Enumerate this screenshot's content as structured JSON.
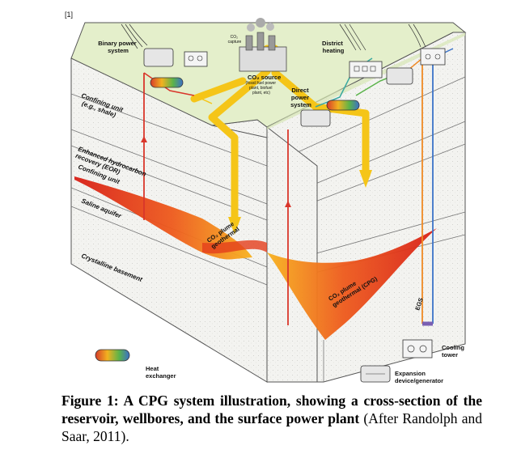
{
  "figure_ref": "[1]",
  "labels": {
    "binary_power_system": [
      "Binary power",
      "system"
    ],
    "co2_capture": [
      "CO₂",
      "capture"
    ],
    "co2_source": "CO₂ source",
    "co2_source_detail": [
      "(fossil fuel power",
      "plant, biofuel",
      "plant, etc)"
    ],
    "district_heating": [
      "District",
      "heating"
    ],
    "direct_power_system": [
      "Direct",
      "power",
      "system"
    ],
    "confining_unit_shale": [
      "Confining unit",
      "(e.g., shale)"
    ],
    "eor": [
      "Enhanced hydrocarbon",
      "recovery (EOR)"
    ],
    "confining_unit": "Confining unit",
    "saline_aquifer": "Saline aquifer",
    "crystalline_basement": "Crystalline basement",
    "plume_left": [
      "CO₂ plume",
      "geothermal"
    ],
    "plume_right": [
      "CO₂ plume",
      "geothermal (CPG)"
    ],
    "egs": "EGS",
    "cooling_tower": [
      "Cooling",
      "tower"
    ],
    "expansion_device": [
      "Expansion",
      "device/generator"
    ],
    "heat_exchanger": [
      "Heat",
      "exchanger"
    ]
  },
  "caption": {
    "bold": "Figure 1: A CPG system illustration, showing a cross-section of the reservoir, wellbores, and the surface power plant",
    "normal": " (After Randolph and Saar, 2011)."
  },
  "colors": {
    "surface": "#e4efcb",
    "layer_fill": "#f2f2ef",
    "co2_flow": "#f5c518",
    "plume_hot": "#e0261b",
    "plume_warm": "#f7a21a",
    "pipe_red": "#d9362b",
    "pipe_blue": "#3b73c9",
    "pipe_orange": "#f08a24"
  }
}
